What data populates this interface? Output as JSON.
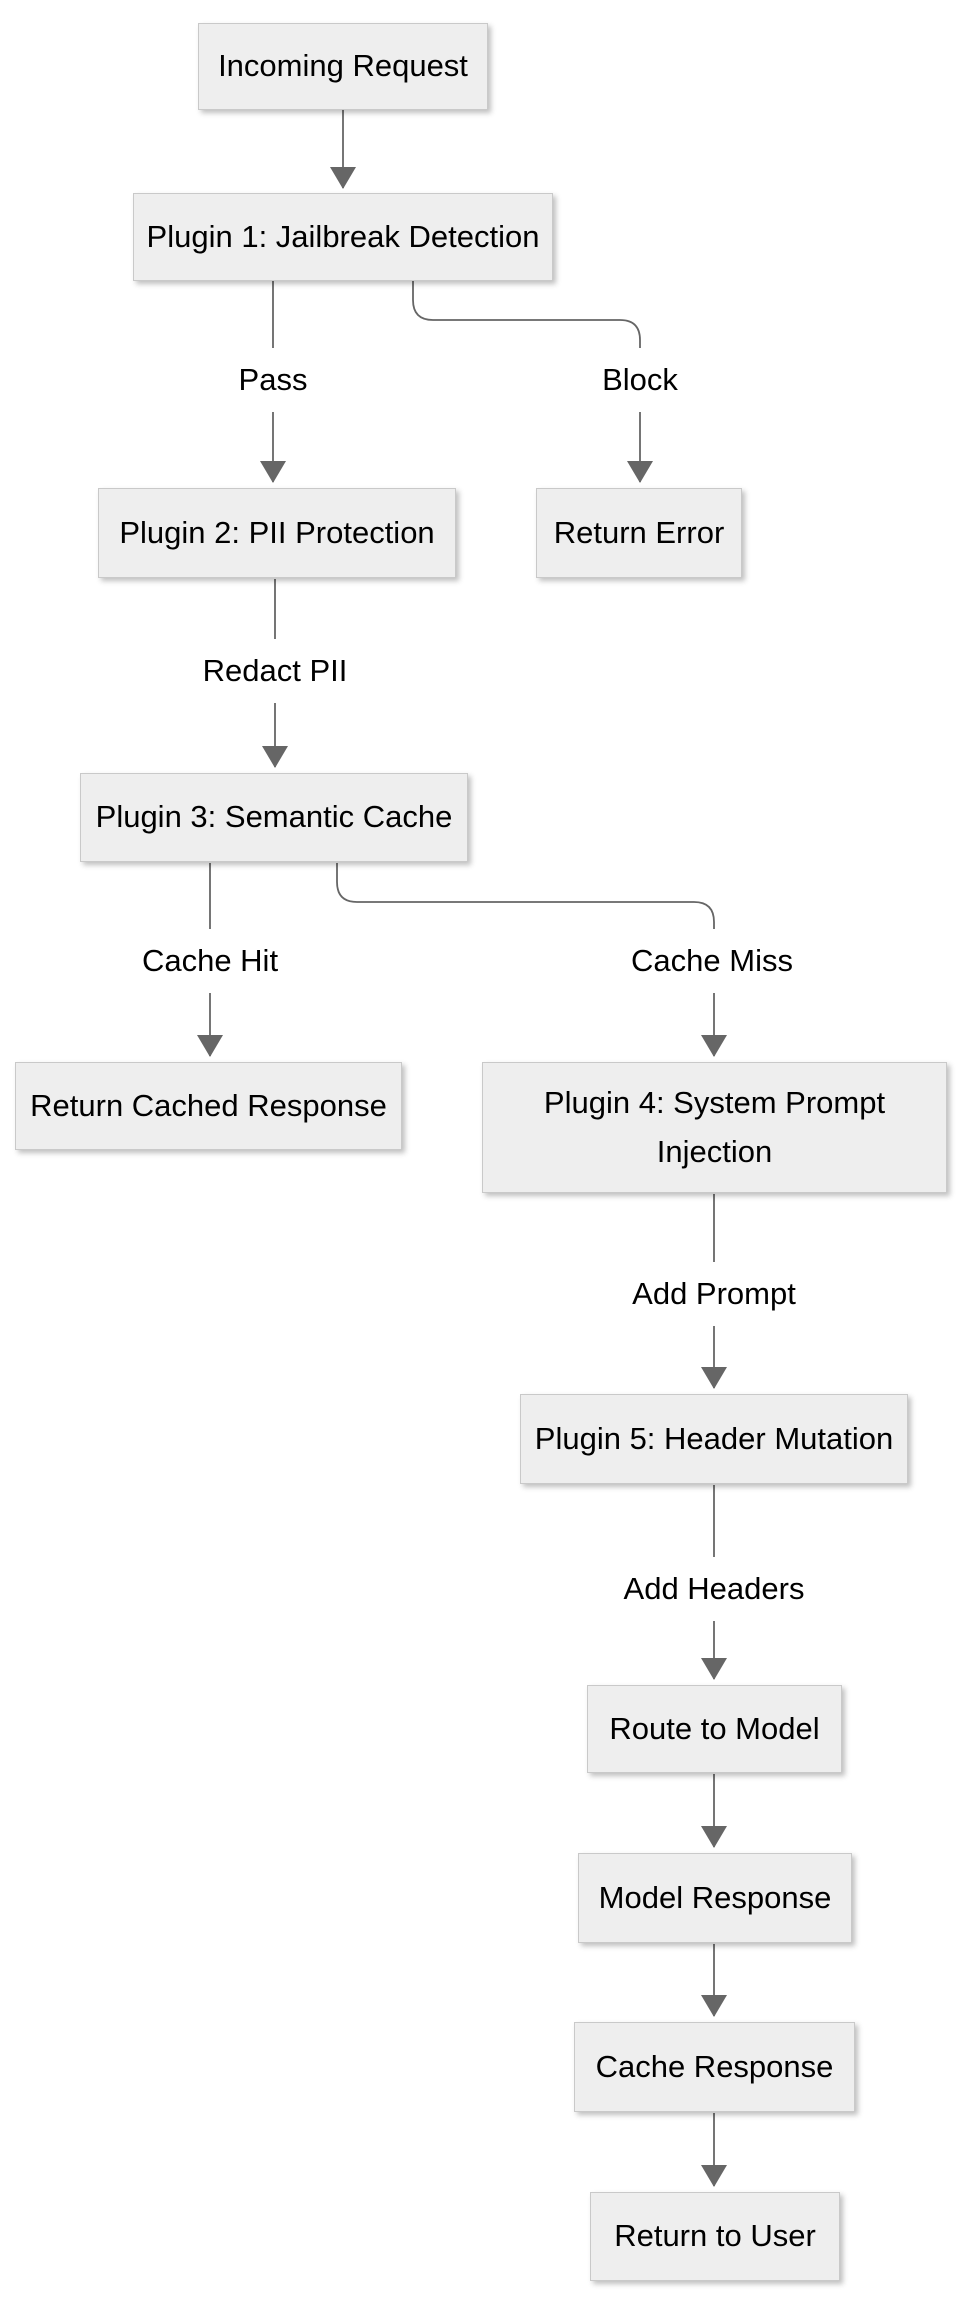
{
  "diagram": {
    "type": "flowchart",
    "direction": "top-down",
    "colors": {
      "background": "#ffffff",
      "node_fill": "#eeeeee",
      "node_border": "#c9c9c9",
      "edge_color": "#666666",
      "text_color": "#000000"
    },
    "nodes": {
      "incoming_request": {
        "label": "Incoming Request"
      },
      "plugin1": {
        "label": "Plugin 1: Jailbreak Detection"
      },
      "plugin2": {
        "label": "Plugin 2: PII Protection"
      },
      "return_error": {
        "label": "Return Error"
      },
      "plugin3": {
        "label": "Plugin 3: Semantic Cache"
      },
      "return_cached_response": {
        "label": "Return Cached Response"
      },
      "plugin4": {
        "label": "Plugin 4: System Prompt Injection"
      },
      "plugin5": {
        "label": "Plugin 5: Header Mutation"
      },
      "route_to_model": {
        "label": "Route to Model"
      },
      "model_response": {
        "label": "Model Response"
      },
      "cache_response": {
        "label": "Cache Response"
      },
      "return_to_user": {
        "label": "Return to User"
      }
    },
    "edges": [
      {
        "from": "incoming_request",
        "to": "plugin1",
        "label": ""
      },
      {
        "from": "plugin1",
        "to": "plugin2",
        "label": "Pass"
      },
      {
        "from": "plugin1",
        "to": "return_error",
        "label": "Block"
      },
      {
        "from": "plugin2",
        "to": "plugin3",
        "label": "Redact PII"
      },
      {
        "from": "plugin3",
        "to": "return_cached_response",
        "label": "Cache Hit"
      },
      {
        "from": "plugin3",
        "to": "plugin4",
        "label": "Cache Miss"
      },
      {
        "from": "plugin4",
        "to": "plugin5",
        "label": "Add Prompt"
      },
      {
        "from": "plugin5",
        "to": "route_to_model",
        "label": "Add Headers"
      },
      {
        "from": "route_to_model",
        "to": "model_response",
        "label": ""
      },
      {
        "from": "model_response",
        "to": "cache_response",
        "label": ""
      },
      {
        "from": "cache_response",
        "to": "return_to_user",
        "label": ""
      }
    ]
  }
}
